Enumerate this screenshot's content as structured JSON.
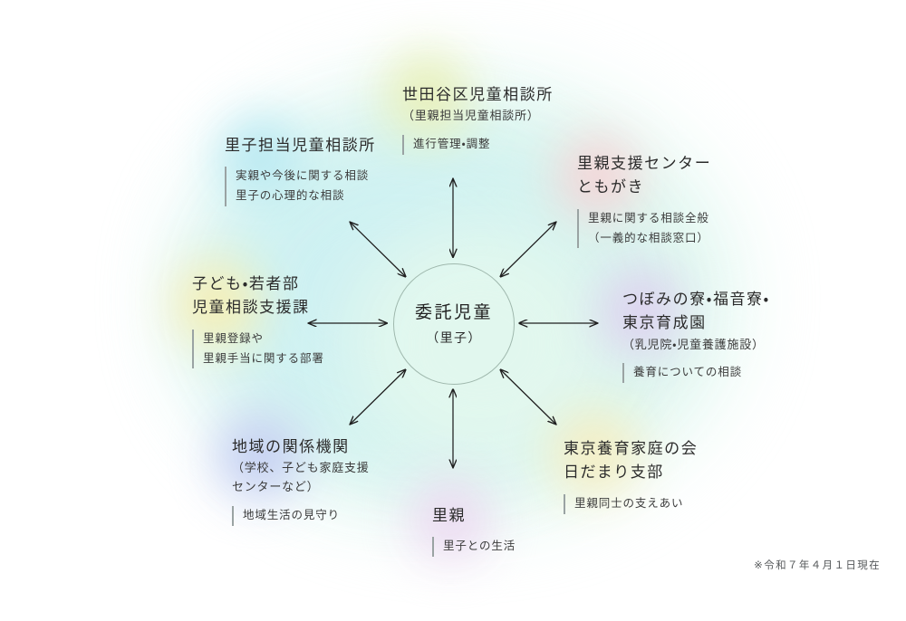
{
  "diagram": {
    "center": {
      "title": "委託児童",
      "subtitle": "（里子）"
    },
    "footnote": "※令和７年４月１日現在",
    "nodes": [
      {
        "id": "setagaya-jidou-soudansho",
        "title": "世田谷区児童相談所",
        "subtitle": "（里親担当児童相談所）",
        "notes": [
          "進行管理・調整"
        ],
        "blob_color": "#e9f0b8"
      },
      {
        "id": "satogo-tantou-jidou-soudansho",
        "title": "里子担当児童相談所",
        "subtitle": "",
        "notes": [
          "実親や今後に関する相談",
          "里子の心理的な相談"
        ],
        "blob_color": "#b8e9f2"
      },
      {
        "id": "satooya-shien-center-tomogaki",
        "title": "里親支援センター",
        "title2": "ともがき",
        "subtitle": "",
        "notes": [
          "里親に関する相談全般",
          "（一義的な相談窓口）"
        ],
        "blob_color": "#f6d3d6"
      },
      {
        "id": "kodomo-wakamonobu-jidou-soudan-shienka",
        "title": "子ども・若者部",
        "title2": "児童相談支援課",
        "subtitle": "",
        "notes": [
          "里親登録や",
          "里親手当に関する部署"
        ],
        "blob_color": "#f7 efb4"
      },
      {
        "id": "tsubomi-fukuin-tokyo-ikuseien",
        "title": "つぼみの寮・福音寮・",
        "title2": "東京育成園",
        "subtitle": "（乳児院・児童養護施設）",
        "notes": [
          "養育についての相談"
        ],
        "blob_color": "#ded0f0"
      },
      {
        "id": "chiiki-no-kankei-kikan",
        "title": "地域の関係機関",
        "subtitle": "（学校、子ども家庭支援",
        "subtitle2": "センターなど）",
        "notes": [
          "地域生活の見守り"
        ],
        "blob_color": "#c3cdf2"
      },
      {
        "id": "tokyo-youiku-katei-no-kai-hidamari-shibu",
        "title": "東京養育家庭の会",
        "title2": "日だまり支部",
        "subtitle": "",
        "notes": [
          "里親同士の支えあい"
        ],
        "blob_color": "#f6eec2"
      },
      {
        "id": "satooya",
        "title": "里親",
        "subtitle": "",
        "notes": [
          "里子との生活"
        ],
        "blob_color": "#ecd9f1"
      }
    ],
    "arrows": {
      "count": 8,
      "style": "double-headed",
      "color": "#1f1f1f",
      "directions": [
        "up",
        "up-right",
        "right",
        "down-right",
        "down",
        "down-left",
        "left",
        "up-left"
      ]
    },
    "colors": {
      "background": "#ffffff",
      "center_circle_stroke": "#9fb8ad",
      "text": "#2d2d2d",
      "note_rule": "#9aa3a3",
      "footnote_text": "#55585a"
    }
  }
}
